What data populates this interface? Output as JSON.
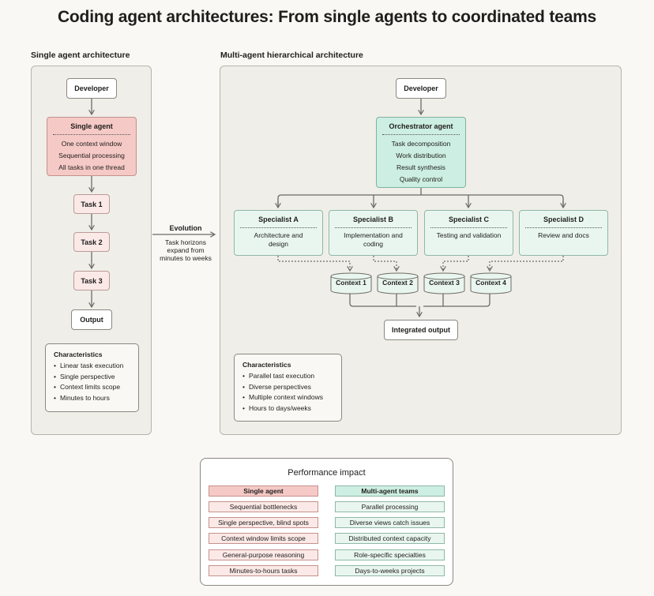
{
  "title": "Coding agent architectures: From single agents to coordinated teams",
  "single": {
    "label": "Single agent architecture",
    "developer": "Developer",
    "agent_title": "Single agent",
    "agent_lines": [
      "One context window",
      "Sequential processing",
      "All tasks in one thread"
    ],
    "tasks": [
      "Task 1",
      "Task 2",
      "Task 3"
    ],
    "output": "Output",
    "characteristics_title": "Characteristics",
    "characteristics": [
      "Linear task execution",
      "Single perspective",
      "Context limits scope",
      "Minutes to hours"
    ]
  },
  "evolution": {
    "label": "Evolution",
    "lines": [
      "Task horizons",
      "expand from",
      "minutes to weeks"
    ]
  },
  "multi": {
    "label": "Multi-agent hierarchical architecture",
    "developer": "Developer",
    "orchestrator_title": "Orchestrator agent",
    "orchestrator_lines": [
      "Task decomposition",
      "Work distribution",
      "Result synthesis",
      "Quality control"
    ],
    "specialists": [
      {
        "title": "Specialist A",
        "lines": [
          "Architecture and",
          "design"
        ]
      },
      {
        "title": "Specialist B",
        "lines": [
          "Implementation and",
          "coding"
        ]
      },
      {
        "title": "Specialist C",
        "lines": [
          "Testing and validation"
        ]
      },
      {
        "title": "Specialist D",
        "lines": [
          "Review and docs"
        ]
      }
    ],
    "contexts": [
      "Context 1",
      "Context 2",
      "Context 3",
      "Context 4"
    ],
    "integrated": "Integrated output",
    "characteristics_title": "Characteristics",
    "characteristics": [
      "Parallel tast execution",
      "Diverse perspectives",
      "Multiple context windows",
      "Hours to days/weeks"
    ]
  },
  "performance": {
    "title": "Performance impact",
    "left_header": "Single agent",
    "right_header": "Multi-agent teams",
    "rows": [
      {
        "left": "Sequential bottlenecks",
        "right": "Parallel processing"
      },
      {
        "left": "Single perspective, blind spots",
        "right": "Diverse views catch issues"
      },
      {
        "left": "Context window limits scope",
        "right": "Distributed context capacity"
      },
      {
        "left": "General-purpose reasoning",
        "right": "Role-specific specialties"
      },
      {
        "left": "Minutes-to-hours tasks",
        "right": "Days-to-weeks projects"
      }
    ]
  },
  "colors": {
    "single_agent_fill": "#f5c9c6",
    "multi_agent_fill": "#cdeee2",
    "panel_fill": "#f0eee8"
  }
}
